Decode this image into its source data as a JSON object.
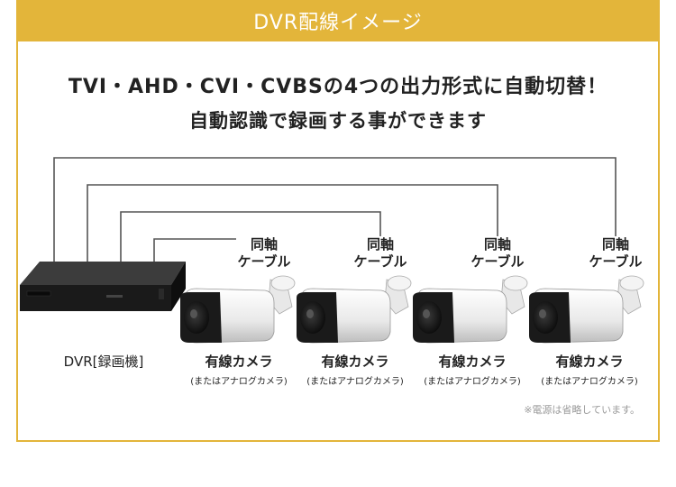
{
  "header": {
    "title": "DVR配線イメージ"
  },
  "headline": {
    "line1": "TVI・AHD・CVI・CVBSの4つの出力形式に自動切替！",
    "line2": "自動認識で録画する事ができます"
  },
  "dvr": {
    "label": "DVR[録画機]"
  },
  "cable_label": {
    "line1": "同軸",
    "line2": "ケーブル"
  },
  "cameras": [
    {
      "name": "有線カメラ",
      "sub": "(またはアナログカメラ)"
    },
    {
      "name": "有線カメラ",
      "sub": "(またはアナログカメラ)"
    },
    {
      "name": "有線カメラ",
      "sub": "(またはアナログカメラ)"
    },
    {
      "name": "有線カメラ",
      "sub": "(またはアナログカメラ)"
    }
  ],
  "note": "※電源は省略しています。",
  "colors": {
    "accent": "#e3b53a",
    "line": "#555555"
  }
}
